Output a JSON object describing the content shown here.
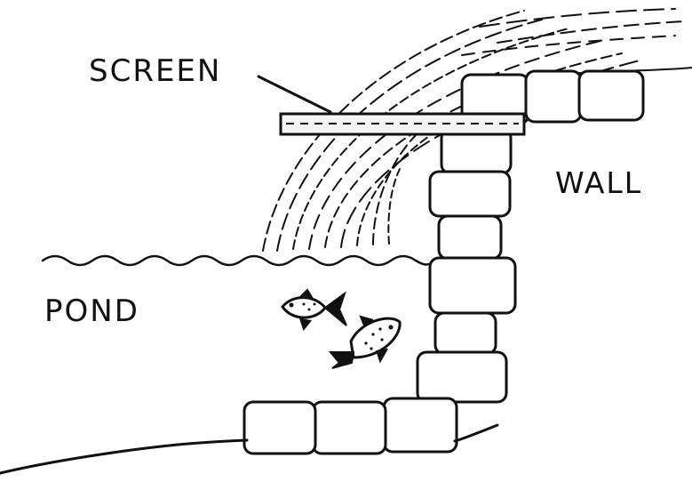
{
  "labels": {
    "screen": "SCREEN",
    "wall": "WALL",
    "pond": "POND"
  },
  "colors": {
    "ink": "#111111",
    "paper": "#ffffff",
    "screen_fill": "#f4f4f4"
  }
}
